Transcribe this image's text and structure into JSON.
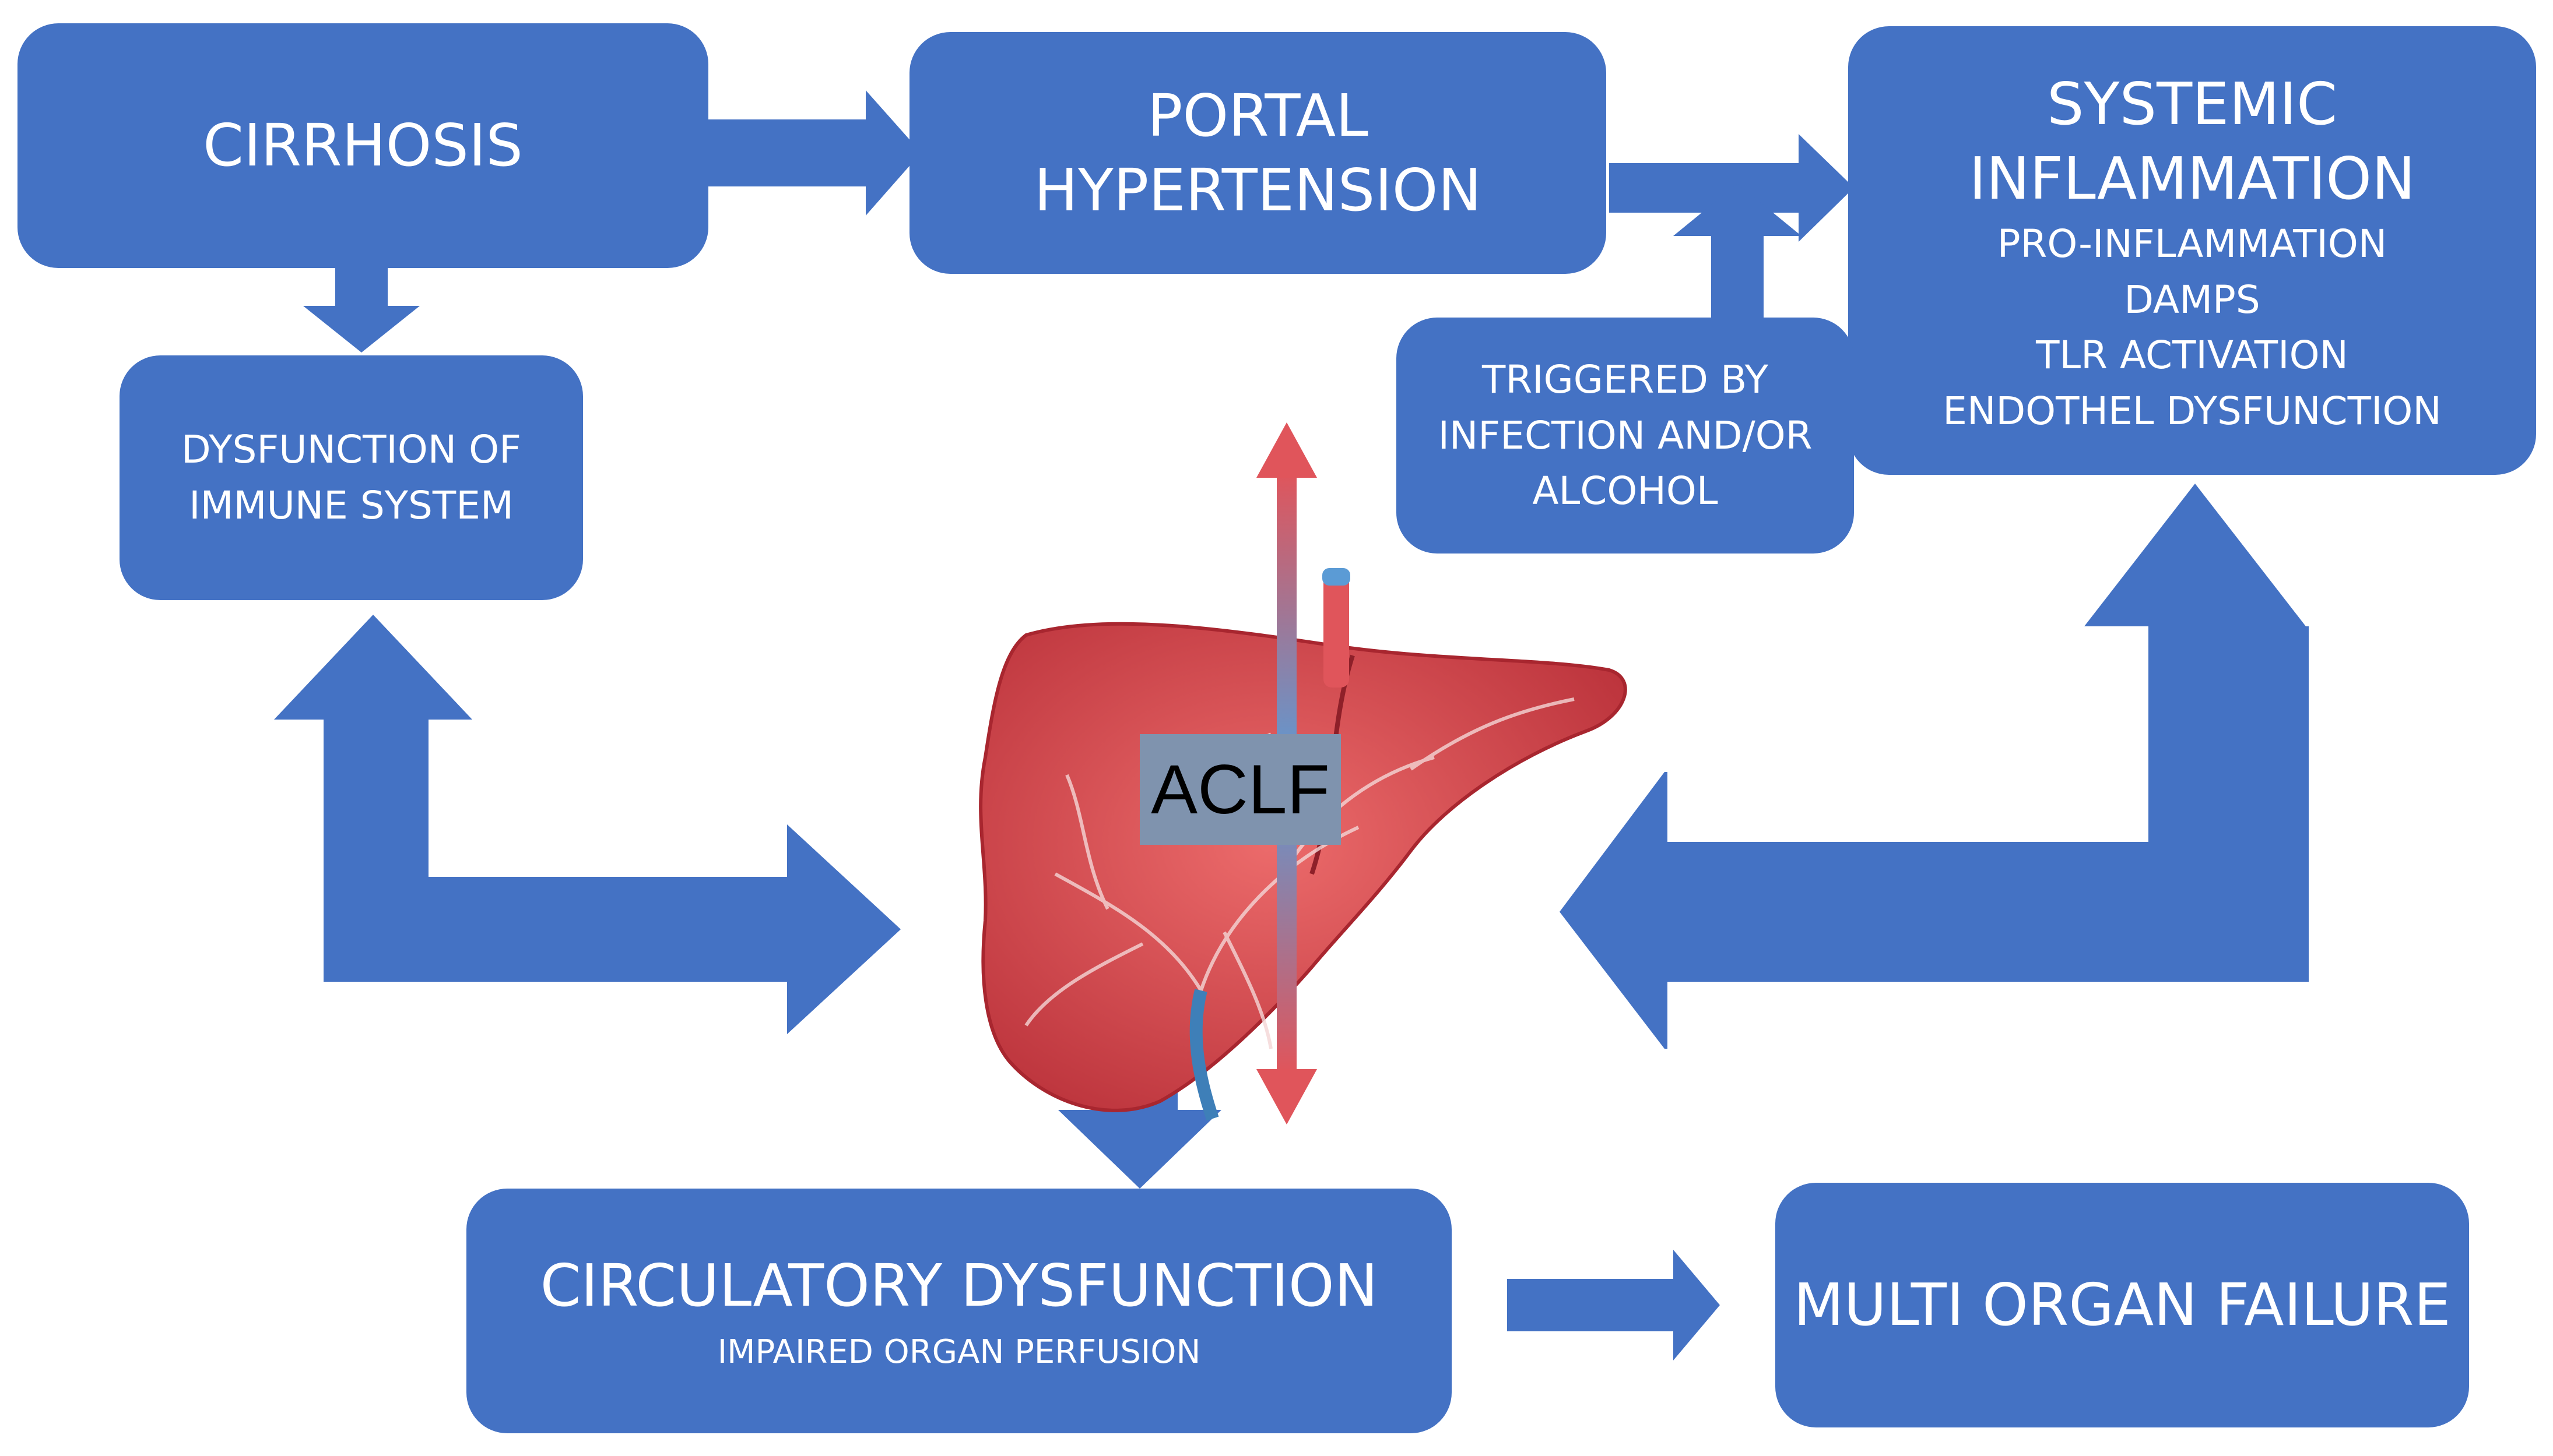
{
  "colors": {
    "box_fill": "#4472C4",
    "arrow_fill": "#4472C4",
    "text_on_box": "#FFFFFF",
    "liver_red": "#D9444C",
    "vessel_blue": "#4A8FC2",
    "aclf_label_bg": "#7F93AE"
  },
  "nodes": {
    "cirrhosis": {
      "label": "CIRRHOSIS"
    },
    "portal_hypertension": {
      "lines": [
        "PORTAL",
        "HYPERTENSION"
      ]
    },
    "systemic_inflammation": {
      "title_lines": [
        "SYSTEMIC",
        "INFLAMMATION"
      ],
      "items": [
        "PRO-INFLAMMATION",
        "DAMPS",
        "TLR ACTIVATION",
        "ENDOTHEL DYSFUNCTION"
      ]
    },
    "immune_dysfunction": {
      "lines": [
        "DYSFUNCTION OF",
        "IMMUNE SYSTEM"
      ]
    },
    "trigger": {
      "lines": [
        "TRIGGERED BY",
        "INFECTION AND/OR",
        "ALCOHOL"
      ]
    },
    "aclf": {
      "label": "ACLF"
    },
    "circulatory_dysfunction": {
      "title": "CIRCULATORY DYSFUNCTION",
      "subtitle": "IMPAIRED ORGAN PERFUSION"
    },
    "multi_organ_failure": {
      "label": "MULTI ORGAN FAILURE"
    }
  },
  "icons": [
    "liver-illustration-icon",
    "aorta-vessel-icon",
    "vena-cava-vessel-icon"
  ]
}
